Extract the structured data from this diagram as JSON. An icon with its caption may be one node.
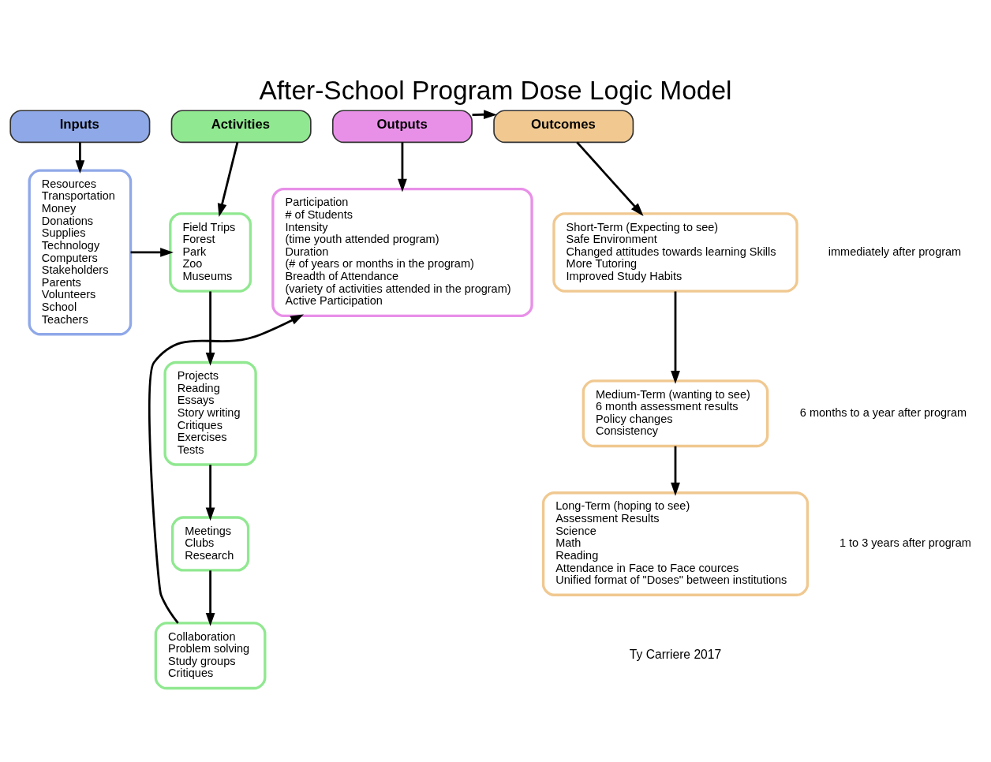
{
  "diagram": {
    "title": "After-School Program Dose Logic Model",
    "nodes": [
      {
        "text": [
          "Inputs"
        ]
      },
      {
        "text": [
          "Activities"
        ]
      },
      {
        "text": [
          "Outputs"
        ]
      },
      {
        "text": [
          "Outcomes"
        ]
      },
      {
        "text": [
          "Resources",
          "Transportation",
          "Money",
          "Donations",
          "Supplies",
          "Technology",
          "Computers",
          "Stakeholders",
          "Parents",
          "Volunteers",
          "School",
          "Teachers"
        ]
      },
      {
        "text": [
          "Field Trips",
          "Forest",
          "Park",
          "Zoo",
          "Museums"
        ]
      },
      {
        "text": [
          "Projects",
          "Reading",
          "Essays",
          "Story writing",
          "Critiques",
          "Exercises",
          "Tests"
        ]
      },
      {
        "text": [
          "Meetings",
          "Clubs",
          "Research"
        ]
      },
      {
        "text": [
          "Collaboration",
          "Problem solving",
          "Study groups",
          "Critiques"
        ]
      },
      {
        "text": [
          "Participation",
          "# of Students",
          "Intensity",
          "(time youth attended program)",
          "Duration",
          "(# of years or months in the program)",
          "Breadth of Attendance",
          "(variety of activities attended in the program)",
          "Active Participation"
        ]
      },
      {
        "text": [
          "Short-Term (Expecting to see)",
          "Safe Environment",
          "Changed attitudes towards learning Skills",
          "More Tutoring",
          "Improved Study Habits"
        ],
        "beside": [
          "immediately after program"
        ]
      },
      {
        "text": [
          "Medium-Term (wanting to see)",
          "6 month assessment results",
          "Policy changes",
          "Consistency"
        ],
        "beside": [
          "6 months to a year after program"
        ]
      },
      {
        "text": [
          "Long-Term (hoping to see)",
          "Assessment Results",
          "Science",
          "Math",
          "Reading",
          "Attendance in Face to Face cources",
          "Unified format of \"Doses\" between institutions"
        ],
        "beside": [
          "1 to 3 years after program"
        ]
      }
    ],
    "edges": [
      {
        "from": 0,
        "to": 4,
        "arrow": "to"
      },
      {
        "from": 1,
        "to": 5,
        "arrow": "to"
      },
      {
        "from": 2,
        "to": 9,
        "arrow": "to"
      },
      {
        "from": 2,
        "to": 3,
        "arrow": "to"
      },
      {
        "from": 3,
        "to": 10,
        "arrow": "to"
      },
      {
        "from": 4,
        "to": 5,
        "arrow": "to"
      },
      {
        "from": 5,
        "to": 6,
        "arrow": "to"
      },
      {
        "from": 6,
        "to": 7,
        "arrow": "to"
      },
      {
        "from": 7,
        "to": 8,
        "arrow": "to"
      },
      {
        "from": 8,
        "to": 9,
        "arrow": "to"
      },
      {
        "from": 10,
        "to": 11,
        "arrow": "to"
      },
      {
        "from": 11,
        "to": 12,
        "arrow": "to"
      }
    ],
    "labels": [
      "Ty Carriere 2017"
    ]
  }
}
